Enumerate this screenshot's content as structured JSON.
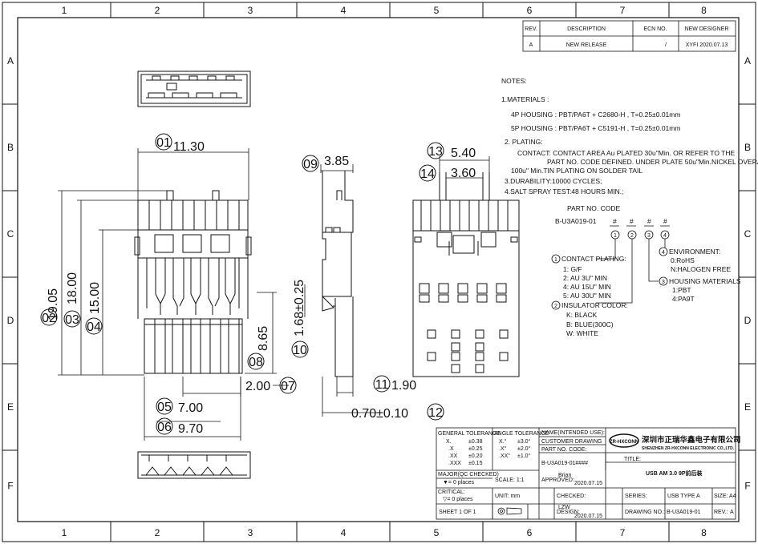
{
  "grid": {
    "columns": [
      "1",
      "2",
      "3",
      "4",
      "5",
      "6",
      "7",
      "8"
    ],
    "rows": [
      "A",
      "B",
      "C",
      "D",
      "E",
      "F"
    ]
  },
  "revision_table": {
    "headers": [
      "REV.",
      "DESCRIPTION",
      "ECN NO.",
      "NEW DESIGNER"
    ],
    "row": [
      "A",
      "NEW RELEASE",
      "/",
      "XYFI 2020.07.13"
    ]
  },
  "notes": {
    "heading": "NOTES:",
    "materials_heading": "1.MATERIALS :",
    "housing_4p": "4P HOUSING : PBT/PA6T + C2680-H , T=0.25±0.01mm",
    "housing_5p": "5P HOUSING : PBT/PA6T + C5191-H , T=0.25±0.01mm",
    "plating_heading": "2. PLATING:",
    "contact_line1": "CONTACT:   CONTACT AREA Au PLATED 30u\"Min. OR REFER TO THE",
    "contact_line2": "PART NO. CODE DEFINED. UNDER PLATE 50u\"Min.NICKEL OVERALL.",
    "contact_line3": "100u\" Min.TIN PLATING ON SOLDER TAIL",
    "durability": "3.DURABILITY:10000 CYCLES;",
    "salt_spray": "4.SALT SPRAY TEST:48 HOURS MIN.;"
  },
  "part_code": {
    "heading": "PART NO. CODE",
    "code": "B-U3A019-01",
    "marks": [
      "#",
      "#",
      "#",
      "#"
    ],
    "markers": [
      "1",
      "2",
      "3",
      "4"
    ],
    "contact_plating": {
      "label": "CONTACT PLATING:",
      "options": [
        "1:  G/F",
        "2:  AU 3U\" MIN",
        "4:  AU 15U\" MIN",
        "5:  AU 30U\" MIN"
      ]
    },
    "insulator_color": {
      "label": "INSULATOR COLOR:",
      "options": [
        "K: BLACK",
        "B:  BLUE(300C)",
        "W:  WHITE"
      ]
    },
    "environment": {
      "label": "ENVIRONMENT:",
      "options": [
        "0:RoHS",
        "N:HALOGEN FREE"
      ]
    },
    "housing_materials": {
      "label": "HOUSING MATERIALS",
      "options": [
        "1:PBT",
        "4:PA9T"
      ]
    }
  },
  "dimensions": [
    {
      "id": "01",
      "value": "11.30"
    },
    {
      "id": "02",
      "value": "19.05"
    },
    {
      "id": "03",
      "value": "18.00"
    },
    {
      "id": "04",
      "value": "15.00"
    },
    {
      "id": "05",
      "value": "7.00"
    },
    {
      "id": "06",
      "value": "9.70"
    },
    {
      "id": "07",
      "value": "2.00"
    },
    {
      "id": "08",
      "value": "8.65"
    },
    {
      "id": "09",
      "value": "3.85"
    },
    {
      "id": "10",
      "value": "1.68±0.25"
    },
    {
      "id": "11",
      "value": "1.90"
    },
    {
      "id": "12",
      "value": "0.70±0.10"
    },
    {
      "id": "13",
      "value": "5.40"
    },
    {
      "id": "14",
      "value": "3.60"
    }
  ],
  "title_block": {
    "general_tolerance": "GENERAL TOLERANCE",
    "gt_rows": [
      [
        "X.",
        "±0.38"
      ],
      [
        ".X",
        "±0.25"
      ],
      [
        ".XX",
        "±0.20"
      ],
      [
        ".XXX",
        "±0.15"
      ]
    ],
    "angle_tolerance": "ANGLE TOLERANCE",
    "at_rows": [
      [
        "X.°",
        "±3.0°"
      ],
      [
        ".X°",
        "±2.0°"
      ],
      [
        ".XX°",
        "±1.0°"
      ]
    ],
    "name_label": "NAME(INTENDED USE):",
    "name_value": "CUSTOMER DRAWING",
    "part_no_label": "PART NO. CODE:",
    "part_no_value": "B-U3A019-01####",
    "major_label": "MAJOR(QC CHECKED)",
    "major_value": "▼= 0 places",
    "critical_label": "CRITICAL:",
    "critical_value": "▽= 0 places",
    "scale": "SCALE: 1:1",
    "approved": "APPROVED:",
    "approved_name": "Brian",
    "approved_date": "2020.07.15",
    "unit": "UNIT: mm",
    "checked": "CHECKED:",
    "sheet": "SHEET 1 OF 1",
    "design_label": "DESIGN:",
    "design_name": "LZW",
    "design_date": "2020.07.15",
    "company_cn": "深圳市正瑞华鑫电子有限公司",
    "company_en": "SHENZHEN ZR-HXCONN ELECTRONIC CO.,LTD.",
    "logo_text": "ZR-HXCONN",
    "title_label": "TITLE:",
    "title_value": "USB AM 3.0 9P前后装",
    "series_label": "SERIES:",
    "series_value": "USB TYPE A",
    "size": "SIZE: A4",
    "drawing_no_label": "DRAWING NO.:",
    "drawing_no_value": "B-U3A019-01",
    "rev_label": "REV.:",
    "rev_value": "A"
  }
}
